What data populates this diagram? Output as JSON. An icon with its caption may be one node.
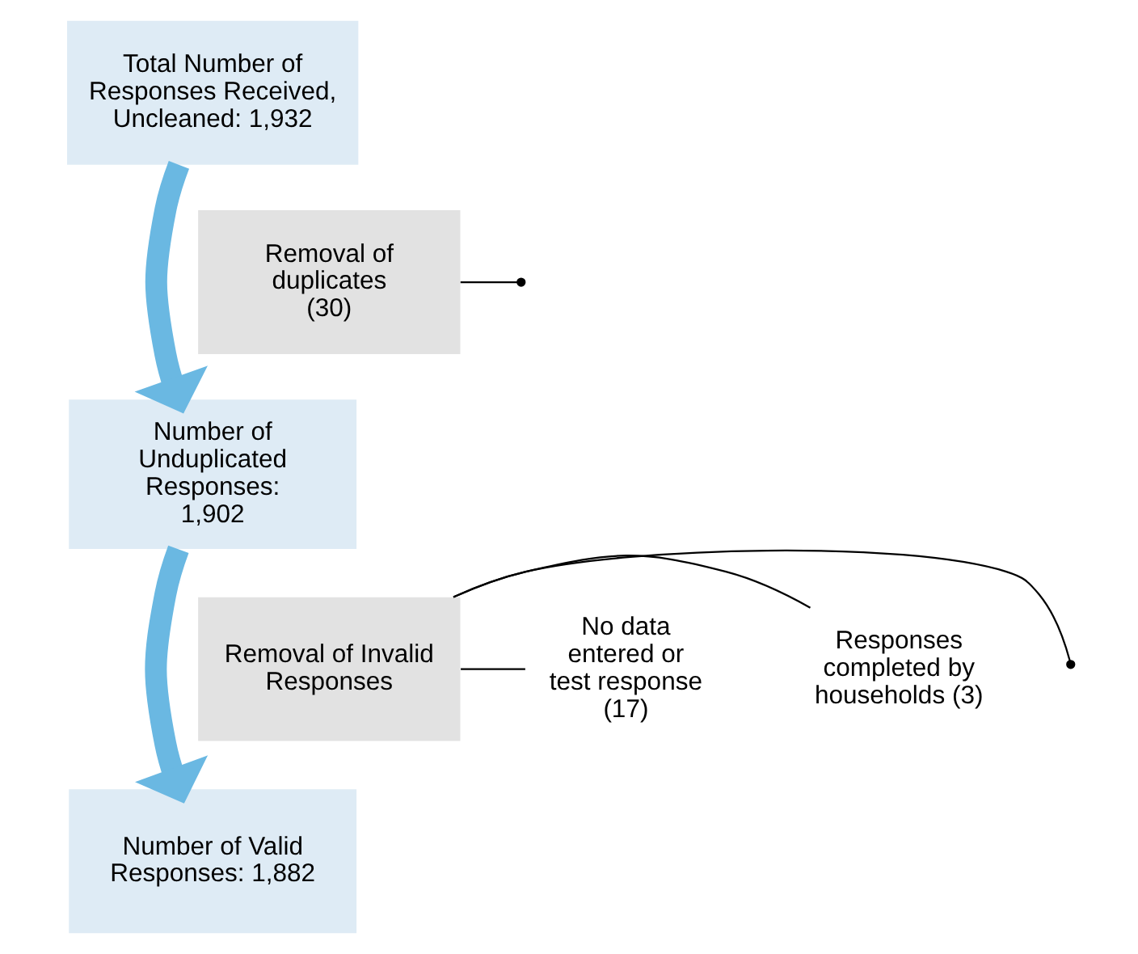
{
  "diagram": {
    "nodes": [
      {
        "text": [
          "Total Number of Responses Received, Uncleaned: 1,932"
        ]
      },
      {
        "text": [
          "Number of Unduplicated Responses: 1,902"
        ]
      },
      {
        "text": [
          "Number of Valid Responses: 1,882"
        ]
      },
      {
        "text": [
          "Removal of duplicates (30)"
        ]
      },
      {
        "text": [
          "Removal of Invalid Responses"
        ]
      },
      {
        "text": [
          "Responses completed by households (3)"
        ]
      },
      {
        "text": [
          "No data entered or test response (17)"
        ]
      }
    ],
    "edges": [
      {
        "from": 0,
        "to": 1,
        "arrow": "to",
        "style": "thick",
        "color": "#6ab8e2"
      },
      {
        "from": 3,
        "to": null,
        "arrow": "other"
      },
      {
        "from": 1,
        "to": 2,
        "arrow": "to",
        "style": "thick",
        "color": "#6ab8e2"
      },
      {
        "from": 4,
        "to": null,
        "arrow": "other"
      },
      {
        "from": 4,
        "to": 5,
        "arrow": "none"
      },
      {
        "from": 4,
        "to": 6,
        "arrow": "none"
      }
    ]
  }
}
